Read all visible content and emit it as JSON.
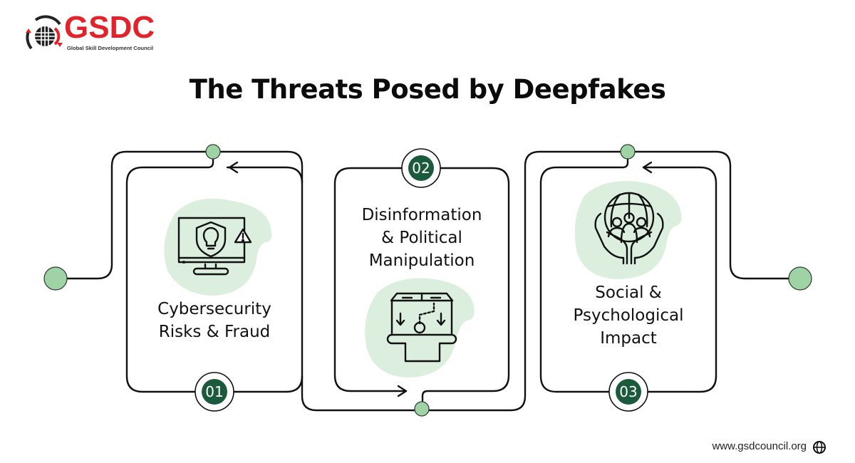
{
  "brand": {
    "logo_text": "GSDC",
    "logo_subtitle": "Global Skill Development Council",
    "logo_icon": "globe-icon",
    "brand_color": "#e3232a"
  },
  "title": "The Threats Posed by Deepfakes",
  "colors": {
    "number_badge": "#1c5a3c",
    "node_fill": "#9fd3a6",
    "blob_fill": "#dcefdf",
    "line": "#111111"
  },
  "steps": [
    {
      "number": "01",
      "label_lines": [
        "Cybersecurity",
        "Risks & Fraud"
      ],
      "icon": "monitor-shield-warning-icon"
    },
    {
      "number": "02",
      "label_lines": [
        "Disinformation",
        "& Political",
        "Manipulation"
      ],
      "icon": "ballot-box-icon"
    },
    {
      "number": "03",
      "label_lines": [
        "Social &",
        "Psychological",
        "Impact"
      ],
      "icon": "hands-globe-people-icon"
    }
  ],
  "footer": {
    "url": "www.gsdcouncil.org",
    "icon": "globe-icon"
  }
}
